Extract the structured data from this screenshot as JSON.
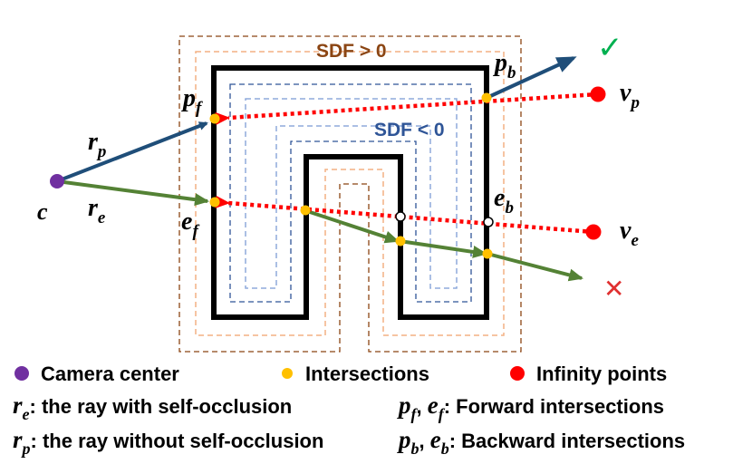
{
  "colors": {
    "sdf_pos": "#8b4513",
    "sdf_pos_light": "#f4b183",
    "sdf_neg": "#2f5597",
    "sdf_neg_light": "#8faadc",
    "ray_p": "#1f4e79",
    "ray_e": "#548235",
    "backward_ray": "#ff0000",
    "camera": "#7030a0",
    "intersection": "#ffc000",
    "infinity": "#ff0000",
    "check": "#00b050",
    "cross": "#e03030"
  },
  "regions": {
    "sdf_positive": "SDF > 0",
    "sdf_negative": "SDF < 0"
  },
  "points": {
    "camera": {
      "sym": "c"
    },
    "p_f": {
      "base": "p",
      "sub": "f"
    },
    "p_b": {
      "base": "p",
      "sub": "b"
    },
    "e_f": {
      "base": "e",
      "sub": "f"
    },
    "e_b": {
      "base": "e",
      "sub": "b"
    },
    "v_p": {
      "base": "v",
      "sub": "p"
    },
    "v_e": {
      "base": "v",
      "sub": "e"
    },
    "r_p": {
      "base": "r",
      "sub": "p"
    },
    "r_e": {
      "base": "r",
      "sub": "e"
    }
  },
  "marks": {
    "check": "✓",
    "cross": "✕"
  },
  "legend": {
    "camera_center": "Camera center",
    "intersections": "Intersections",
    "infinity_points": "Infinity points",
    "re_desc": ": the ray with self-occlusion",
    "rp_desc": ": the ray without self-occlusion",
    "forward_desc": ": Forward intersections",
    "backward_desc": ": Backward intersections",
    "sep": ", "
  }
}
